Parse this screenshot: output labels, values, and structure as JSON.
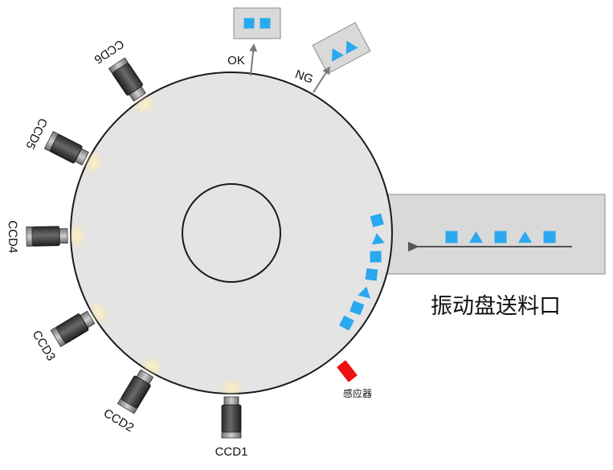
{
  "title": "",
  "colors": {
    "disk_fill": "#e4e4e4",
    "disk_stroke": "#1a1a1a",
    "part_blue": "#2aa8f0",
    "sensor_red": "#ee1111",
    "light_glow": "#fbe6a0",
    "tray_fill": "#d9d9d9",
    "arrow_gray": "#7a7a7a"
  },
  "labels": {
    "feeder": "振动盘送料口",
    "sensor": "感应器",
    "ok": "OK",
    "ng": "NG"
  },
  "cameras": [
    {
      "label": "CCD1",
      "angle_deg": 90
    },
    {
      "label": "CCD2",
      "angle_deg": 121
    },
    {
      "label": "CCD3",
      "angle_deg": 149
    },
    {
      "label": "CCD4",
      "angle_deg": 179
    },
    {
      "label": "CCD5",
      "angle_deg": 207
    },
    {
      "label": "CCD6",
      "angle_deg": 236
    }
  ],
  "feeder_parts": [
    "square",
    "triangle",
    "square",
    "triangle",
    "square"
  ],
  "disk_parts": [
    "square",
    "triangle",
    "square",
    "square",
    "triangle",
    "square",
    "square"
  ],
  "ok_tray_parts": [
    "square",
    "square"
  ],
  "ng_tray_parts": [
    "triangle",
    "triangle"
  ],
  "icons": {
    "camera": "ccd-camera-icon",
    "sensor": "sensor-icon",
    "arrow": "arrow-icon"
  }
}
